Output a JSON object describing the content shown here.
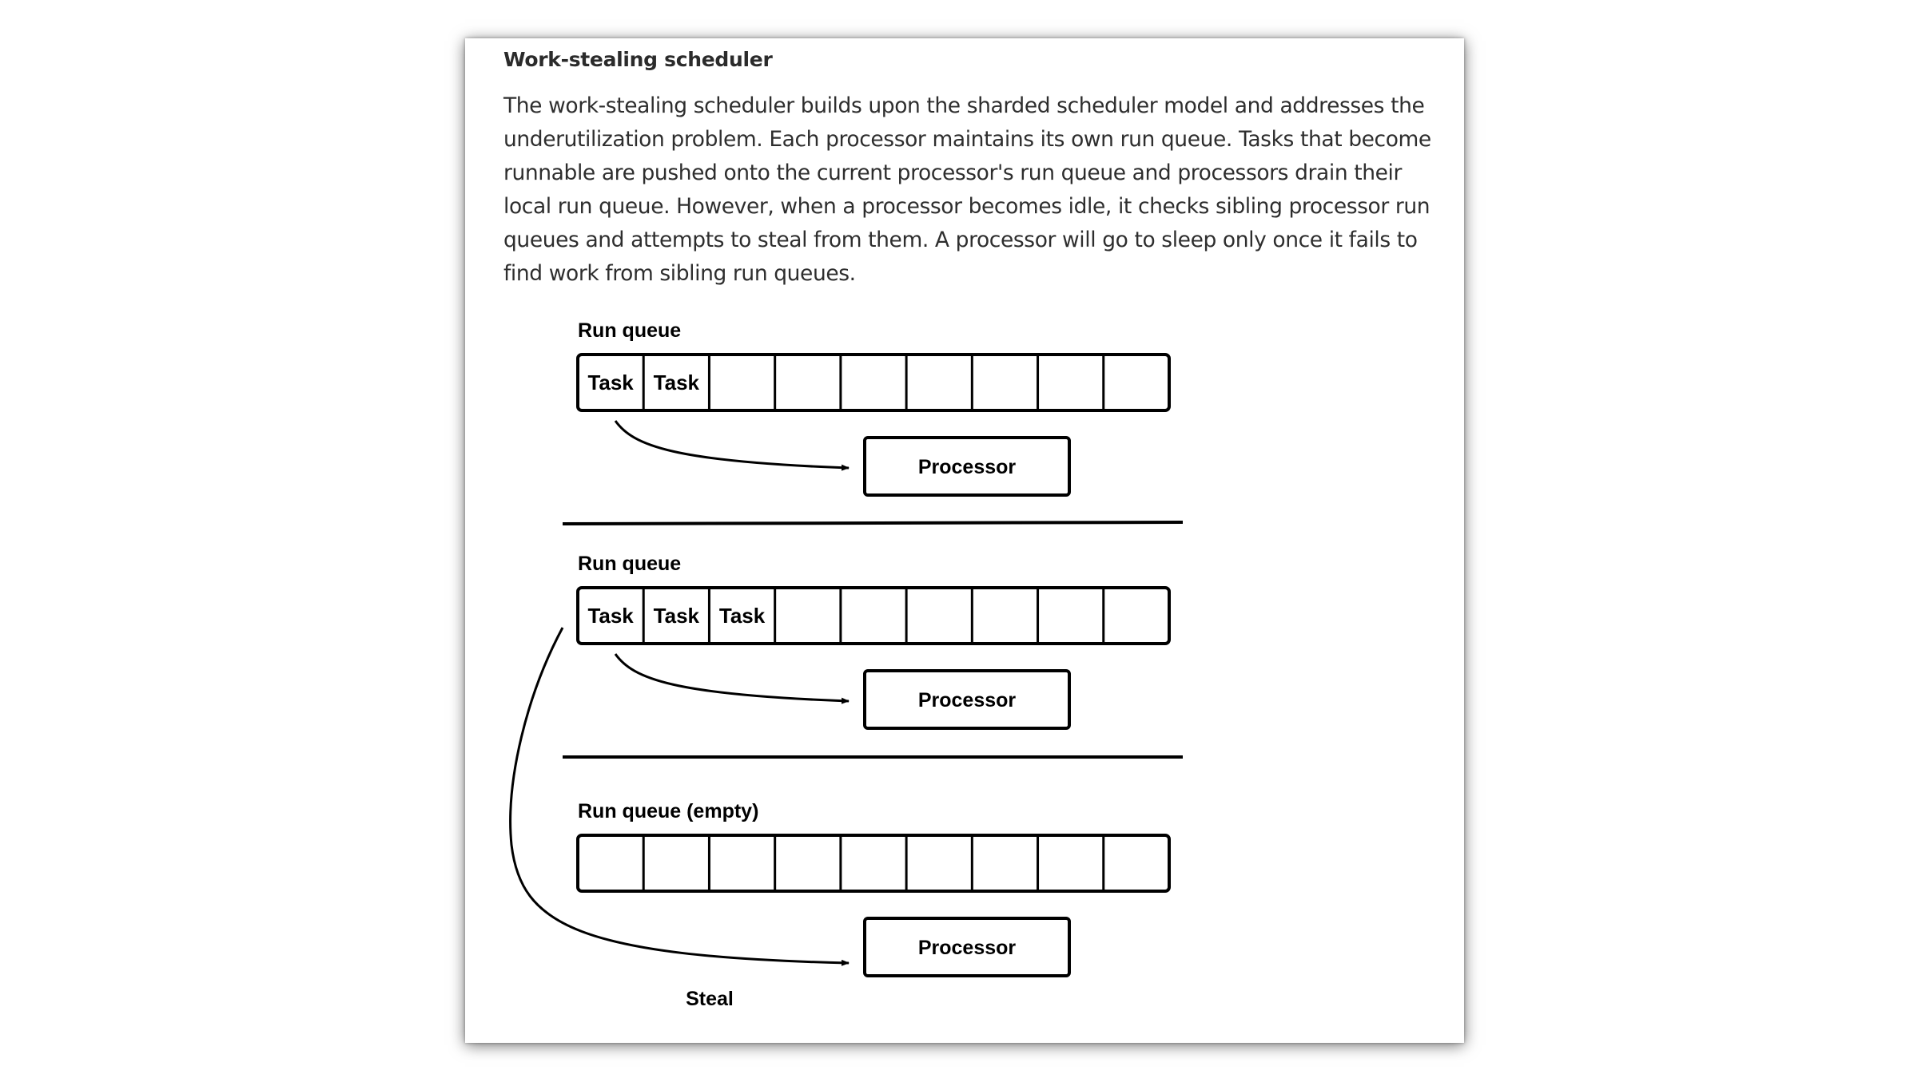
{
  "heading": "Work-stealing scheduler",
  "paragraph": "The work-stealing scheduler builds upon the sharded scheduler model and addresses the underutilization problem. Each processor maintains its own run queue. Tasks that become runnable are pushed onto the current processor's run queue and processors drain their local run queue. However, when a processor becomes idle, it checks sibling processor run queues and attempts to steal from them. A processor will go to sleep only once it fails to find work from sibling run queues.",
  "diagram": {
    "queues": [
      {
        "label": "Run queue",
        "cells": [
          "Task",
          "Task",
          "",
          "",
          "",
          "",
          "",
          "",
          ""
        ],
        "processor": "Processor"
      },
      {
        "label": "Run queue",
        "cells": [
          "Task",
          "Task",
          "Task",
          "",
          "",
          "",
          "",
          "",
          ""
        ],
        "processor": "Processor"
      },
      {
        "label": "Run queue (empty)",
        "cells": [
          "",
          "",
          "",
          "",
          "",
          "",
          "",
          "",
          ""
        ],
        "processor": "Processor"
      }
    ],
    "steal_label": "Steal",
    "line_color": "#000000"
  }
}
